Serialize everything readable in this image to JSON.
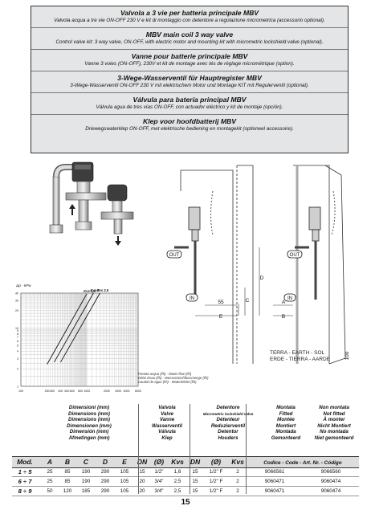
{
  "header": {
    "blocks": [
      {
        "title": "Valvola a 3 vie per batteria principale MBV",
        "desc": "Valvola acqua a tre vie ON-OFF 230 V e kit di montaggio con detentore a regolazione micrometrica (accessorio optional)."
      },
      {
        "title": "MBV main coil 3 way valve",
        "desc": "Control valve kit: 3 way valve, ON-OFF, with electric motor and mounting kit with micrometric lockshield valve (optional)."
      },
      {
        "title": "Vanne pour batterie principale MBV",
        "desc": "Vanne 3 voies (ON-OFF), 230V et kit de montage avec tés de réglage micrométrique (option)."
      },
      {
        "title": "3-Wege-Wasserventil für Hauptregister MBV",
        "desc": "3-Wege-Wasserventil ON-OFF 230 V mit elektrischem Motor und Montage KIT mit Regulerventil (optional)."
      },
      {
        "title": "Válvula para batería principal MBV",
        "desc": "Válvula agua de tres vías ON-OFF, con actuador eléctrico y kit de montaje (opción)."
      },
      {
        "title": "Klep voor hoofdbatterij MBV",
        "desc": "Driewegswaterklep ON-OFF, met elektrische bediening en montagekit (optioneel accessoire)."
      }
    ]
  },
  "drawing": {
    "out_label": "OUT",
    "in_label": "IN",
    "dims": {
      "d55": "55",
      "e": "E",
      "d": "D",
      "c": "C",
      "a": "A",
      "b": "B",
      "d100": "100"
    }
  },
  "earth_label": [
    "TERRA - EARTH - SOL",
    "ERDE - TIERRA - AARDE"
  ],
  "chart_data": {
    "type": "line",
    "ylabel": "Δp - kPa",
    "xscale": "log",
    "yscale": "log",
    "xlim": [
      100,
      6000
    ],
    "ylim": [
      1,
      40
    ],
    "x_ticks": [
      "100",
      "250",
      "300",
      "400",
      "500",
      "600",
      "800",
      "1000",
      "2000",
      "3000",
      "4000",
      "6000"
    ],
    "y_ticks": [
      "1",
      "2",
      "3",
      "4",
      "5",
      "6",
      "7",
      "8",
      "9",
      "10",
      "20",
      "30",
      "40"
    ],
    "series": [
      {
        "name": "Kvs 1,6",
        "x": [
          250,
          1000
        ],
        "y": [
          2.4,
          39
        ]
      },
      {
        "name": "Kvs 2",
        "x": [
          320,
          1260
        ],
        "y": [
          2.6,
          40
        ]
      },
      {
        "name": "Kvs 2,5",
        "x": [
          400,
          1580
        ],
        "y": [
          2.6,
          40
        ]
      }
    ],
    "legend": [
      "Portata acqua (l/h) - Water flow (l/h)",
      "Débit d'eau (l/h) - Wasserdurchflussmenge (l/h)",
      "Caudal de agua (l/h) - Waterdebiet (l/h)"
    ]
  },
  "table": {
    "groups": [
      {
        "lines": [
          "Dimensioni (mm)",
          "Dimensions (mm)",
          "Dimensions (mm)",
          "Dimensionen (mm)",
          "Dimensión (mm)",
          "Afmetingen (mm)"
        ]
      },
      {
        "lines": [
          "Valvola",
          "Valve",
          "Vanne",
          "Wasserventil",
          "Válvula",
          "Klep"
        ]
      },
      {
        "lines": [
          "Detentore",
          "Micrometric lockshield valve",
          "Détenteur",
          "Reduzierventil",
          "Detentor",
          "Houders"
        ]
      },
      {
        "lines": [
          "Montata",
          "Fitted",
          "Montée",
          "Montiert",
          "Montada",
          "Gemonteerd"
        ]
      },
      {
        "lines": [
          "Non montata",
          "Not fitted",
          "À monter",
          "Nicht Montiert",
          "No montada",
          "Niet gemonteerd"
        ]
      }
    ],
    "columns": [
      "Mod.",
      "A",
      "B",
      "C",
      "D",
      "E",
      "DN",
      "(Ø)",
      "Kvs",
      "DN",
      "(Ø)",
      "Kvs",
      "Codice - Code - Art. Nr. - Código"
    ],
    "rows": [
      [
        "1 ÷ 5",
        "25",
        "85",
        "190",
        "290",
        "105",
        "15",
        "1/2\"",
        "1,6",
        "15",
        "1/2\" F",
        "2",
        "9066561",
        "9066560"
      ],
      [
        "6 ÷ 7",
        "25",
        "85",
        "190",
        "290",
        "105",
        "20",
        "3/4\"",
        "2,5",
        "15",
        "1/2\" F",
        "2",
        "9060471",
        "9060474"
      ],
      [
        "8 ÷ 9",
        "50",
        "120",
        "185",
        "290",
        "105",
        "20",
        "3/4\"",
        "2,5",
        "15",
        "1/2\" F",
        "2",
        "9060471",
        "9060474"
      ]
    ]
  },
  "page_number": "15"
}
